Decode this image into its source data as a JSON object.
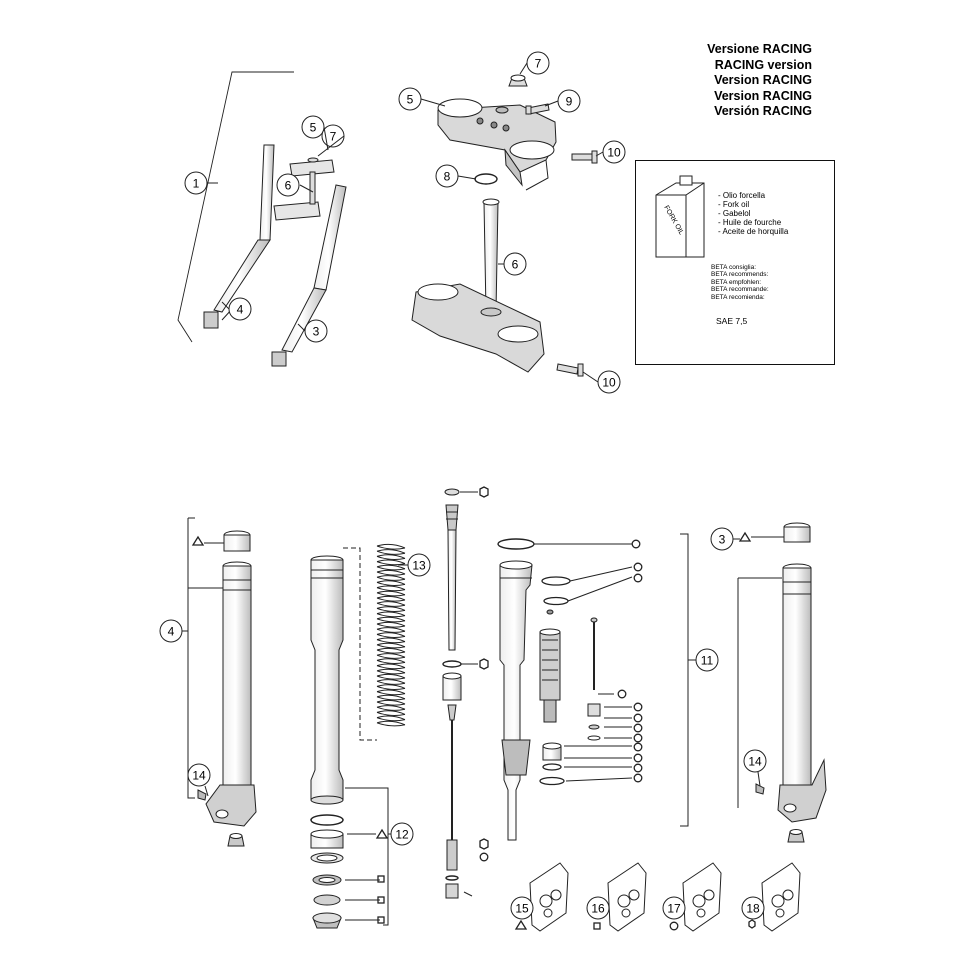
{
  "titles": [
    "Versione RACING",
    "RACING version",
    "Version RACING",
    "Version RACING",
    "Versión RACING"
  ],
  "oil_box": {
    "can_label": "FORK OIL",
    "oil_names": [
      "- Olio forcella",
      "- Fork oil",
      "- Gabelol",
      "- Huile de fourche",
      "- Aceite de horquilla"
    ],
    "recommend": [
      "BETA consiglia:",
      "BETA recommends:",
      "BETA empfohlen:",
      "BETA recommande:",
      "BETA recomienda:"
    ],
    "grade": "SAE 7,5"
  },
  "callouts": {
    "c1": "1",
    "c4a": "4",
    "c3a": "3",
    "c5a": "5",
    "c7a": "7",
    "c6a": "6",
    "c5b": "5",
    "c7b": "7",
    "c9": "9",
    "c8": "8",
    "c10a": "10",
    "c6b": "6",
    "c10b": "10",
    "c4b": "4",
    "c14a": "14",
    "c13": "13",
    "c12": "12",
    "c11": "11",
    "c3b": "3",
    "c14b": "14",
    "c15": "15",
    "c16": "16",
    "c17": "17",
    "c18": "18"
  }
}
